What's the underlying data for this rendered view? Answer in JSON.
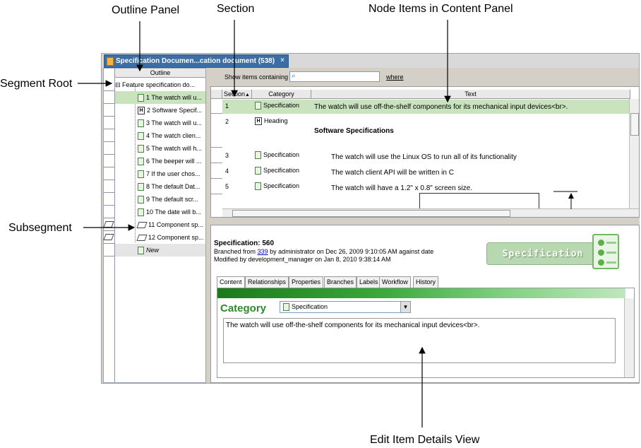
{
  "callouts": {
    "outline_panel": "Outline Panel",
    "section": "Section",
    "node_items": "Node Items in Content Panel",
    "segment_root": "Segment Root",
    "subsegment": "Subsegment",
    "edit_item_details": "Edit Item Details View"
  },
  "window": {
    "tab_title": "Specification Documen...cation document (538)",
    "tab_close": "×"
  },
  "outline": {
    "header": "Outline",
    "root": "Feature specification do...",
    "items": [
      {
        "label": "1 The watch will u...",
        "icon": "spec-icon"
      },
      {
        "label": "2 Software Specif...",
        "icon": "heading-icon"
      },
      {
        "label": "3 The watch will u...",
        "icon": "spec-icon"
      },
      {
        "label": "4 The watch clien...",
        "icon": "spec-icon"
      },
      {
        "label": "5 The watch will h...",
        "icon": "spec-icon"
      },
      {
        "label": "6 The beeper will ...",
        "icon": "spec-icon"
      },
      {
        "label": "7 If the user chos...",
        "icon": "spec-icon"
      },
      {
        "label": "8 The default Dat...",
        "icon": "spec-icon"
      },
      {
        "label": "9 The default scr...",
        "icon": "spec-icon"
      },
      {
        "label": "10 The date will b...",
        "icon": "spec-icon"
      },
      {
        "label": "11 Component sp...",
        "icon": "segment-icon"
      },
      {
        "label": "12 Component sp...",
        "icon": "segment-icon"
      }
    ],
    "new_label": "New"
  },
  "filter": {
    "label": "Show items containing",
    "where": "where"
  },
  "grid": {
    "headers": {
      "section": "Section",
      "category": "Category",
      "text": "Text"
    },
    "sort_indicator": "▲",
    "rows": [
      {
        "section": "1",
        "category": "Specification",
        "text": "The watch will use off-the-shelf components for its mechanical input devices<br>."
      },
      {
        "section": "2",
        "category": "Heading",
        "text": "Software Specifications"
      },
      {
        "section": "3",
        "category": "Specification",
        "text": "The watch will use the Linux OS to run all of its functionality"
      },
      {
        "section": "4",
        "category": "Specification",
        "text": "The watch client API will be written in C"
      },
      {
        "section": "5",
        "category": "Specification",
        "text": "The watch will have a 1.2\" x 0.8\" screen size."
      }
    ]
  },
  "details": {
    "title": "Specification: 560",
    "branched_prefix": "Branched from ",
    "branched_link": "339",
    "branched_suffix": " by administrator on Dec 26, 2009 9:10:05 AM against date",
    "modified": "Modified by development_manager on Jan 8, 2010 9:38:14 AM",
    "banner": "Specification",
    "tabs": [
      "Content",
      "Relationships",
      "Properties",
      "Branches",
      "Labels",
      "Workflow",
      "History"
    ],
    "category_label": "Category",
    "category_value": "Specification",
    "content_text": "The watch will use off-the-shelf components for its mechanical input devices<br>."
  },
  "colors": {
    "selected_row": "#c8e3bd",
    "tab_blue": "#3a6ea5",
    "category_green": "#2d8a2d"
  }
}
